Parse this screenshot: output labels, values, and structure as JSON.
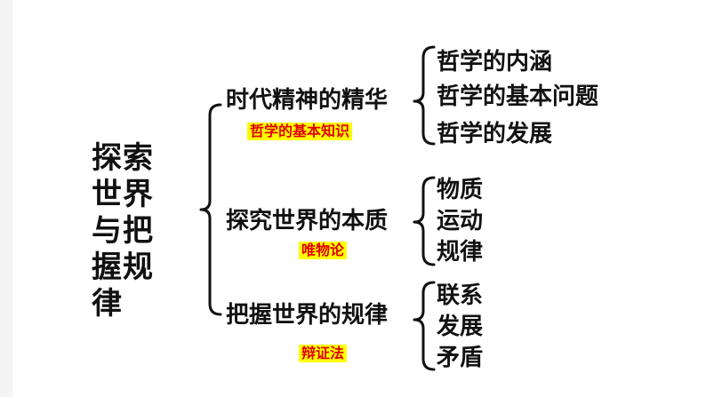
{
  "title": "探索世界与把握规律",
  "branches": [
    {
      "label": "时代精神的精华",
      "tag": "哲学的基本知识",
      "items": [
        "哲学的内涵",
        "哲学的基本问题",
        "哲学的发展"
      ]
    },
    {
      "label": "探究世界的本质",
      "tag": "唯物论",
      "items": [
        "物质",
        "运动",
        "规律"
      ]
    },
    {
      "label": "把握世界的规律",
      "tag": "辩证法",
      "items": [
        "联系",
        "发展",
        "矛盾"
      ]
    }
  ],
  "colors": {
    "text": "#111111",
    "tag_text": "#e00000",
    "tag_highlight": "#ffff00",
    "background": "#ffffff"
  }
}
